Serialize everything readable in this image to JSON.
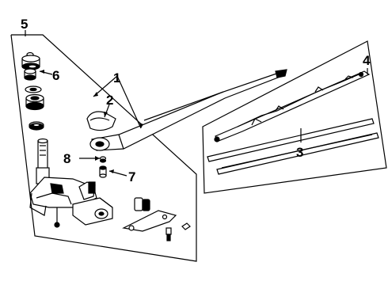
{
  "diagram": {
    "callouts": {
      "c1": "1",
      "c2": "2",
      "c3": "3",
      "c4": "4",
      "c5": "5",
      "c6": "6",
      "c7": "7",
      "c8": "8"
    }
  },
  "colors": {
    "line": "#000000",
    "background": "#ffffff"
  }
}
